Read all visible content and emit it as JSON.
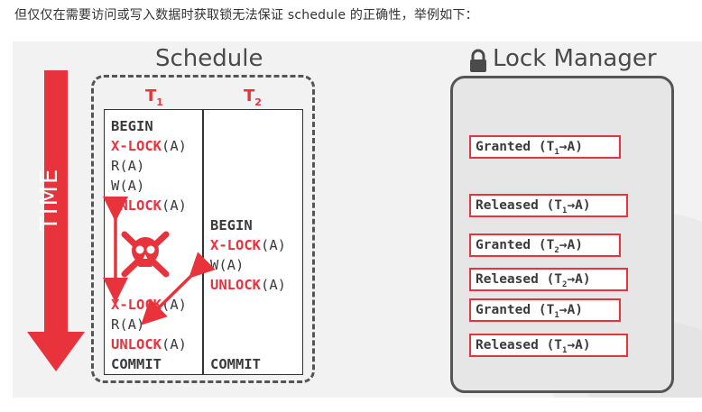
{
  "caption": "但仅仅在需要访问或写入数据时获取锁无法保证 schedule 的正确性，举例如下：",
  "schedule": {
    "title": "Schedule",
    "time_label": "TIME",
    "t1_header": "T",
    "t1_sub": "1",
    "t2_header": "T",
    "t2_sub": "2",
    "t1_ops": [
      {
        "text": "BEGIN",
        "style": "plain-bold"
      },
      {
        "text": "X-LOCK",
        "arg": "(A)",
        "style": "red"
      },
      {
        "text": "R(A)",
        "style": "plain"
      },
      {
        "text": "W(A)",
        "style": "plain"
      },
      {
        "text": "UNLOCK",
        "arg": "(A)",
        "style": "red"
      },
      {
        "text": "X-LOCK",
        "arg": "(A)",
        "style": "red"
      },
      {
        "text": "R(A)",
        "style": "plain"
      },
      {
        "text": "UNLOCK",
        "arg": "(A)",
        "style": "red"
      },
      {
        "text": "COMMIT",
        "style": "plain-bold"
      }
    ],
    "t2_ops": [
      {
        "text": "BEGIN",
        "style": "plain-bold"
      },
      {
        "text": "X-LOCK",
        "arg": "(A)",
        "style": "red"
      },
      {
        "text": "W(A)",
        "style": "plain"
      },
      {
        "text": "UNLOCK",
        "arg": "(A)",
        "style": "red"
      },
      {
        "text": "COMMIT",
        "style": "plain-bold"
      }
    ]
  },
  "lock_manager": {
    "title": "Lock Manager",
    "entries": [
      {
        "prefix": "Granted (T",
        "sub": "1",
        "suffix": "→A)"
      },
      {
        "prefix": "Released (T",
        "sub": "1",
        "suffix": "→A)"
      },
      {
        "prefix": "Granted (T",
        "sub": "2",
        "suffix": "→A)"
      },
      {
        "prefix": "Released (T",
        "sub": "2",
        "suffix": "→A)"
      },
      {
        "prefix": "Granted (T",
        "sub": "1",
        "suffix": "→A)"
      },
      {
        "prefix": "Released (T",
        "sub": "1",
        "suffix": "→A)"
      }
    ]
  },
  "colors": {
    "accent_red": "#e8323c",
    "text_dark": "#3b3b3b",
    "slide_bg": "#f2f2f2"
  }
}
